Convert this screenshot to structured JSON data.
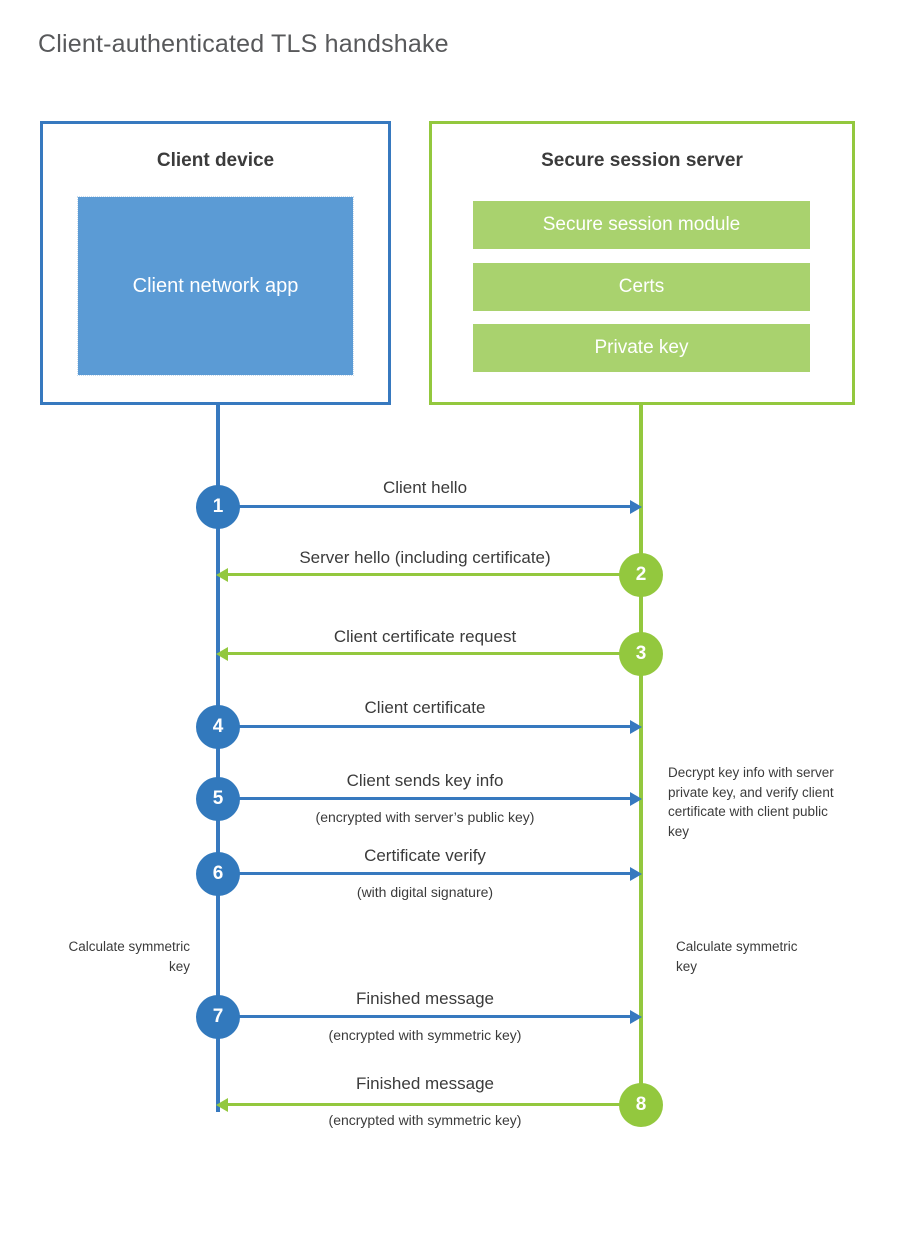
{
  "diagram": {
    "title": "Client-authenticated TLS handshake",
    "colors": {
      "client_border": "#3779bf",
      "client_fill": "#5b9bd5",
      "client_circle": "#3279bd",
      "server_border": "#93c83e",
      "server_fill": "#a9d26e",
      "server_circle": "#93c83e",
      "title_text": "#58595b",
      "body_text": "#3b3b3b",
      "background": "#ffffff"
    }
  },
  "client": {
    "title": "Client device",
    "app_label": "Client network app"
  },
  "server": {
    "title": "Secure session server",
    "modules": [
      {
        "label": "Secure session module"
      },
      {
        "label": "Certs"
      },
      {
        "label": "Private key"
      }
    ]
  },
  "steps": [
    {
      "number": "1",
      "actor": "client",
      "direction": "right",
      "label": "Client hello",
      "sublabel": ""
    },
    {
      "number": "2",
      "actor": "server",
      "direction": "left",
      "label": "Server hello (including certificate)",
      "sublabel": ""
    },
    {
      "number": "3",
      "actor": "server",
      "direction": "left",
      "label": "Client certificate request",
      "sublabel": ""
    },
    {
      "number": "4",
      "actor": "client",
      "direction": "right",
      "label": "Client certificate",
      "sublabel": ""
    },
    {
      "number": "5",
      "actor": "client",
      "direction": "right",
      "label": "Client sends key info",
      "sublabel": "(encrypted with server’s public key)"
    },
    {
      "number": "6",
      "actor": "client",
      "direction": "right",
      "label": "Certificate verify",
      "sublabel": "(with digital signature)"
    },
    {
      "number": "7",
      "actor": "client",
      "direction": "right",
      "label": "Finished message",
      "sublabel": "(encrypted with symmetric key)"
    },
    {
      "number": "8",
      "actor": "server",
      "direction": "left",
      "label": "Finished message",
      "sublabel": "(encrypted with symmetric key)"
    }
  ],
  "notes": {
    "server_decrypt": "Decrypt key info with server private key, and verify client certificate with client public key",
    "client_calculate": "Calculate symmetric key",
    "server_calculate": "Calculate symmetric key"
  }
}
